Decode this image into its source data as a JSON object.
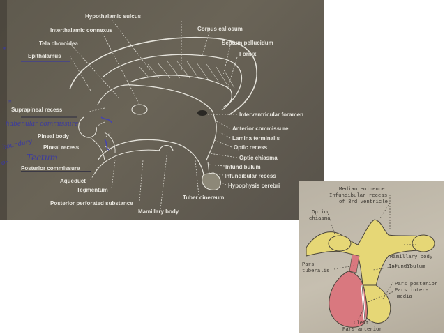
{
  "diagram1": {
    "labels": {
      "hypothalamic_sulcus": "Hypothalamic sulcus",
      "interthalamic_connexus": "Interthalamic connexus",
      "tela_choroidea": "Tela choroidea",
      "epithalamus": "Epithalamus",
      "corpus_callosum": "Corpus callosum",
      "septum_pellucidum": "Septum pellucidum",
      "fornix": "Fornix",
      "interventricular_foramen": "Interventricular foramen",
      "anterior_commissure": "Anterior commissure",
      "lamina_terminalis": "Lamina terminalis",
      "optic_recess": "Optic recess",
      "optic_chiasma": "Optic chiasma",
      "infundibulum": "Infundibulum",
      "infundibular_recess": "Infundibular recess",
      "hypophysis_cerebri": "Hypophysis cerebri",
      "tuber_cinereum": "Tuber cinereum",
      "mamillary_body": "Mamillary body",
      "posterior_perforated_substance": "Posterior perforated substance",
      "tegmentum": "Tegmentum",
      "aqueduct": "Aqueduct",
      "posterior_commissure": "Posterior commissure",
      "pineal_recess": "Pineal recess",
      "pineal_body": "Pineal body",
      "suprapineal_recess": "Suprapineal recess"
    },
    "handwritten": {
      "habenular": "habenular commissure",
      "boundary": "boundary",
      "tectum": "Tectum",
      "or": "or"
    }
  },
  "diagram2": {
    "labels": {
      "median_eminence": "Median eminence",
      "infundibular_recess_line1": "Infundibular recess",
      "infundibular_recess_line2": "of 3rd ventricle",
      "optic": "Optic",
      "chiasma": "chiasma",
      "mamillary_body": "Mamillary body",
      "pars": "Pars",
      "tuberalis": "tuberalis",
      "infundibulum": "Infundibulum",
      "pars_posterior": "Pars posterior",
      "pars_inter": "Pars inter-",
      "media": "media",
      "cleft": "Cleft",
      "pars_anterior": "Pars anterior"
    },
    "colors": {
      "yellow": "#e6d776",
      "pink": "#d9787f"
    }
  }
}
